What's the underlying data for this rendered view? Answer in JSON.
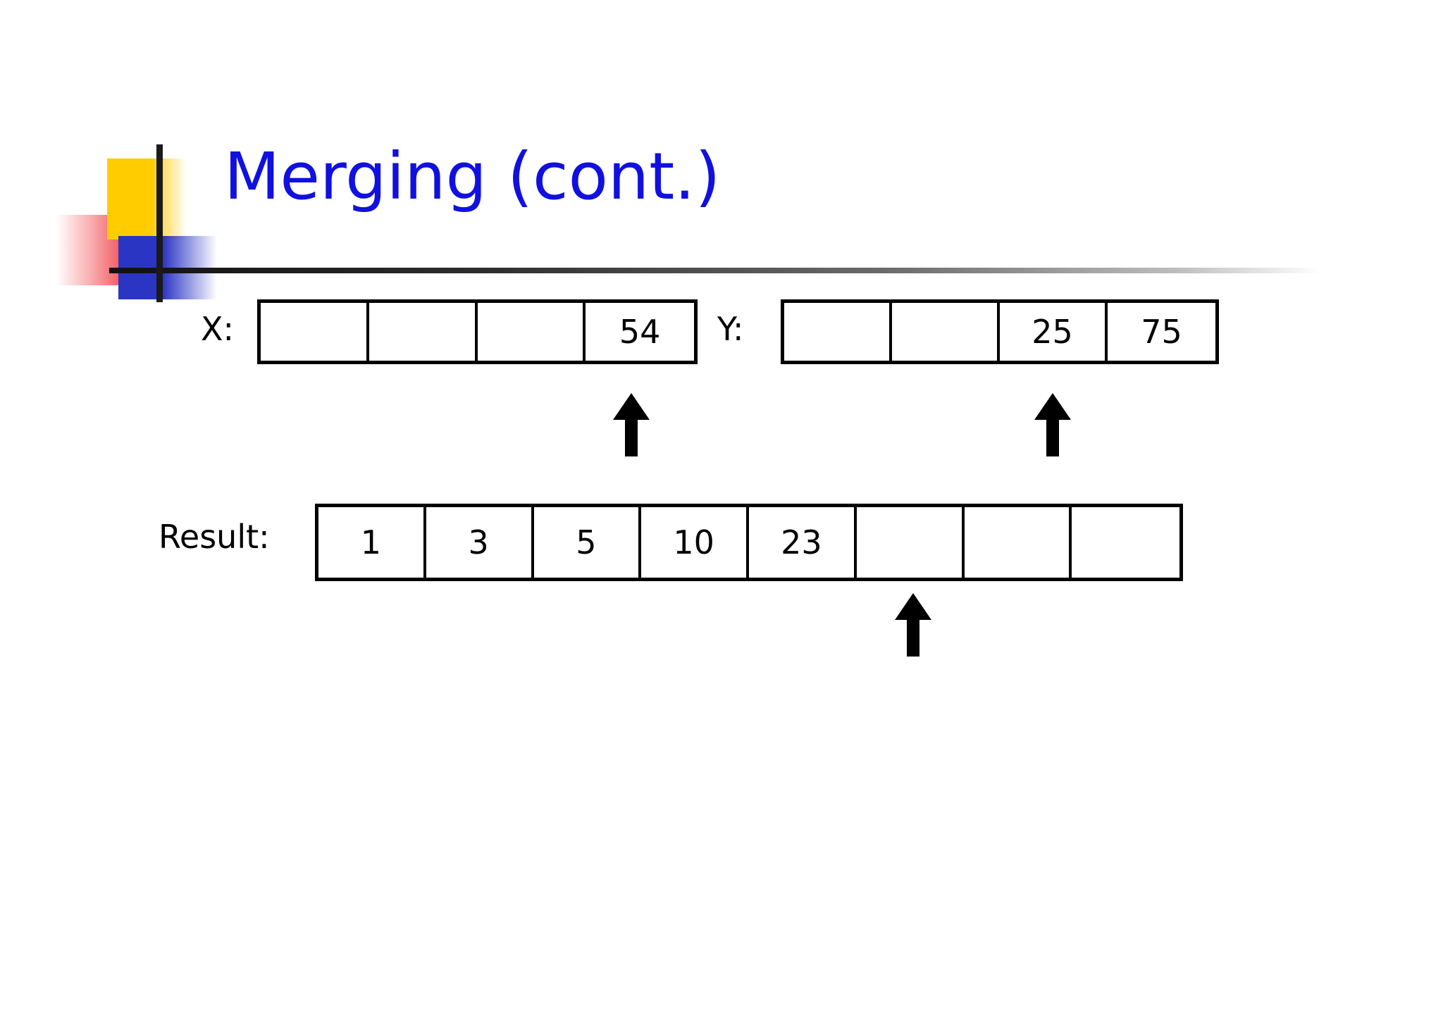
{
  "slide": {
    "title": "Merging (cont.)",
    "title_color": "#1010E0",
    "background": "#FFFFFF"
  },
  "logo": {
    "yellow": "#FFCC00",
    "red": "#ED1C24",
    "blue": "#2B35C4",
    "cross": "#1A1A1A"
  },
  "arrays": {
    "x": {
      "label": "X:",
      "cells": [
        "",
        "",
        "",
        "54"
      ],
      "pointer_index": 3
    },
    "y": {
      "label": "Y:",
      "cells": [
        "",
        "",
        "25",
        "75"
      ],
      "pointer_index": 2
    },
    "result": {
      "label": "Result:",
      "cells": [
        "1",
        "3",
        "5",
        "10",
        "23",
        "",
        "",
        ""
      ],
      "pointer_index": 5
    }
  },
  "icons": {
    "pointer": "up-arrow-icon"
  }
}
